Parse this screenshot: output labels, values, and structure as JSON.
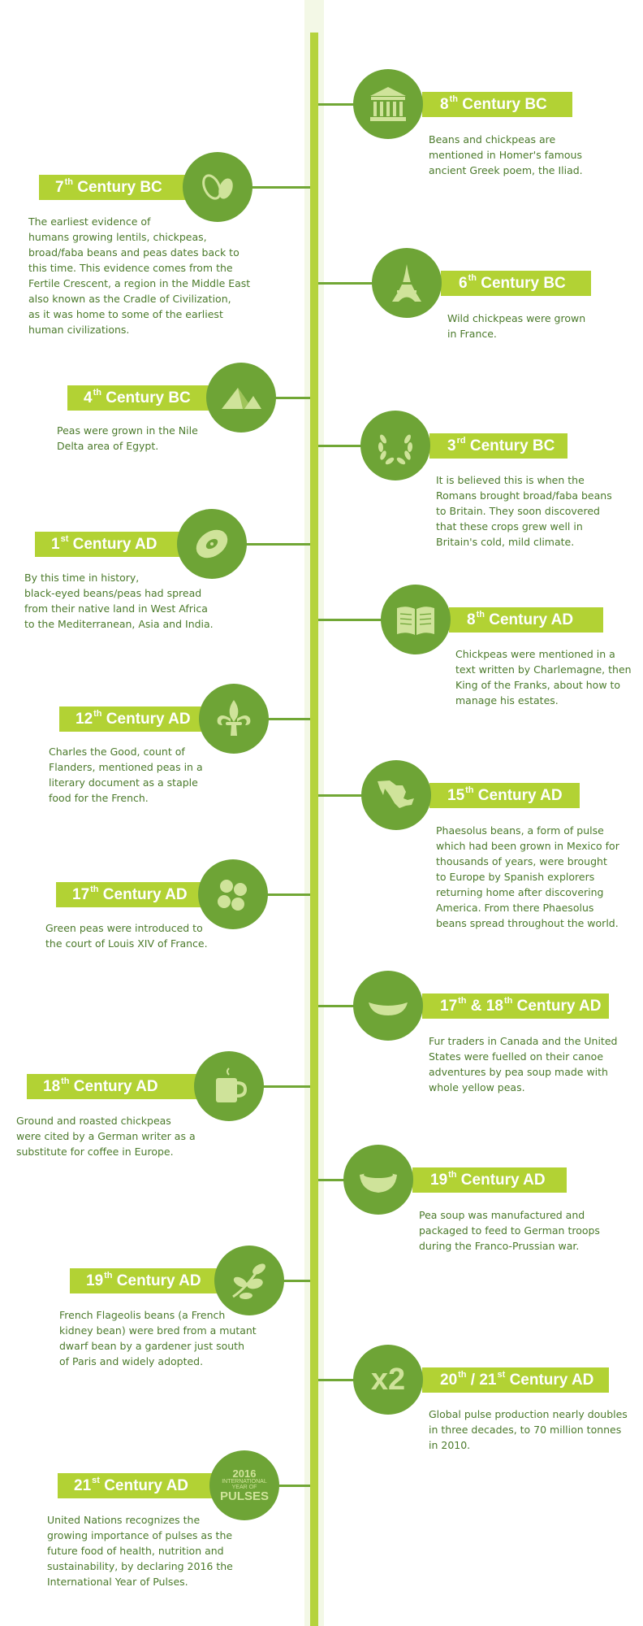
{
  "events": [
    {
      "side": "right",
      "title": "8",
      "sup": "th",
      "suffix": " Century BC",
      "icon": "temple-icon",
      "desc": "Beans and chickpeas are\nmentioned in Homer's famous\nancient Greek poem, the Iliad."
    },
    {
      "side": "left",
      "title": "7",
      "sup": "th",
      "suffix": " Century BC",
      "icon": "beans-icon",
      "desc": "The earliest evidence of\nhumans growing lentils, chickpeas,\nbroad/faba beans and peas dates back to\nthis time. This evidence comes from the\nFertile Crescent, a region in the Middle East\nalso known as the Cradle of Civilization,\nas it was home to some of the earliest\nhuman civilizations."
    },
    {
      "side": "right",
      "title": "6",
      "sup": "th",
      "suffix": " Century BC",
      "icon": "eiffel-tower-icon",
      "desc": "Wild chickpeas were grown\nin France."
    },
    {
      "side": "left",
      "title": "4",
      "sup": "th",
      "suffix": " Century BC",
      "icon": "pyramids-icon",
      "desc": "Peas were grown in the Nile\nDelta area of Egypt."
    },
    {
      "side": "right",
      "title": "3",
      "sup": "rd",
      "suffix": " Century BC",
      "icon": "laurel-wreath-icon",
      "desc": "It is believed this is when the\nRomans brought broad/faba beans\nto Britain. They soon discovered\nthat these crops grew well in\nBritain's cold, mild climate."
    },
    {
      "side": "left",
      "title": "1",
      "sup": "st",
      "suffix": " Century AD",
      "icon": "black-eyed-pea-icon",
      "desc": "By this time in history,\nblack-eyed beans/peas had spread\nfrom their native land in West Africa\nto the Mediterranean, Asia and India."
    },
    {
      "side": "right",
      "title": "8",
      "sup": "th",
      "suffix": " Century AD",
      "icon": "book-icon",
      "desc": "Chickpeas were mentioned in a\ntext written by Charlemagne, then\nKing of the Franks, about how to\nmanage his estates."
    },
    {
      "side": "left",
      "title": "12",
      "sup": "th",
      "suffix": " Century AD",
      "icon": "fleur-de-lis-icon",
      "desc": "Charles the Good, count of\nFlanders, mentioned peas in a\nliterary document as a staple\nfood for the French."
    },
    {
      "side": "right",
      "title": "15",
      "sup": "th",
      "suffix": " Century AD",
      "icon": "mexico-map-icon",
      "desc": "Phaesolus beans, a form of pulse\nwhich had been grown in Mexico for\nthousands of years, were brought\nto Europe by Spanish explorers\nreturning home after discovering\nAmerica. From there Phaesolus\nbeans spread throughout the world."
    },
    {
      "side": "left",
      "title": "17",
      "sup": "th",
      "suffix": " Century AD",
      "icon": "green-peas-icon",
      "desc": "Green peas were introduced to\nthe court of Louis XIV of France."
    },
    {
      "side": "right",
      "title": "17",
      "sup": "th",
      "mid": " & 18",
      "sup2": "th",
      "suffix": " Century AD",
      "icon": "canoe-icon",
      "desc": "Fur traders in Canada and the United\nStates were fuelled on their canoe\nadventures by pea soup made with\nwhole yellow peas."
    },
    {
      "side": "left",
      "title": "18",
      "sup": "th",
      "suffix": " Century AD",
      "icon": "coffee-mug-icon",
      "desc": "Ground and roasted chickpeas\nwere cited by a German writer as a\nsubstitute for coffee in Europe."
    },
    {
      "side": "right",
      "title": "19",
      "sup": "th",
      "suffix": " Century AD",
      "icon": "soup-bowl-icon",
      "desc": "Pea soup was manufactured and\npackaged to feed to German troops\nduring the Franco-Prussian war."
    },
    {
      "side": "left",
      "title": "19",
      "sup": "th",
      "suffix": " Century AD",
      "icon": "bean-plant-icon",
      "desc": "French Flageolis beans (a French\nkidney bean) were bred from a mutant\ndwarf bean by a gardener just south\nof Paris and widely adopted."
    },
    {
      "side": "right",
      "title": "20",
      "sup": "th",
      "mid": " / 21",
      "sup2": "st",
      "suffix": " Century AD",
      "icon": "times-two-icon",
      "iconText": "x2",
      "desc": "Global pulse production nearly doubles\nin three decades, to 70 million tonnes\nin 2010."
    },
    {
      "side": "left",
      "title": "21",
      "sup": "st",
      "suffix": " Century AD",
      "icon": "iyp-logo-icon",
      "logo": {
        "year": "2016",
        "middle": "INTERNATIONAL\nYEAR OF",
        "word": "PULSES"
      },
      "desc": "United Nations recognizes the\ngrowing importance of pulses as the\nfuture food of health, nutrition and\nsustainability, by declaring 2016 the\nInternational Year of Pulses."
    }
  ],
  "colors": {
    "dark_green": "#6ea436",
    "light_green": "#b2d234",
    "text_green": "#4b7a2b",
    "icon_tint": "#cfe39a"
  }
}
